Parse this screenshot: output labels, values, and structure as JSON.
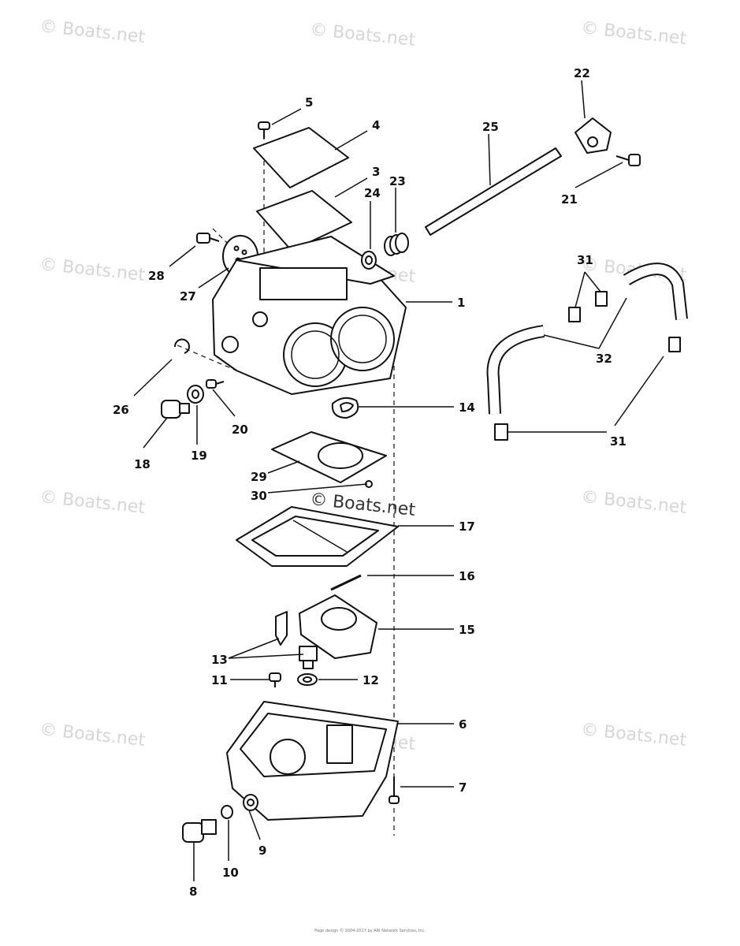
{
  "watermark": "© Boats.net",
  "footer": {
    "code": "",
    "copyright": "Page design © 2004-2017 by ARI Network Services, Inc."
  },
  "callouts": [
    "1",
    "3",
    "4",
    "5",
    "6",
    "7",
    "8",
    "9",
    "10",
    "11",
    "12",
    "13",
    "14",
    "15",
    "16",
    "17",
    "18",
    "19",
    "20",
    "21",
    "22",
    "23",
    "24",
    "25",
    "26",
    "27",
    "28",
    "29",
    "30",
    "31",
    "32"
  ],
  "colors": {
    "ink": "#111111",
    "watermark": "#d6d6d6"
  }
}
